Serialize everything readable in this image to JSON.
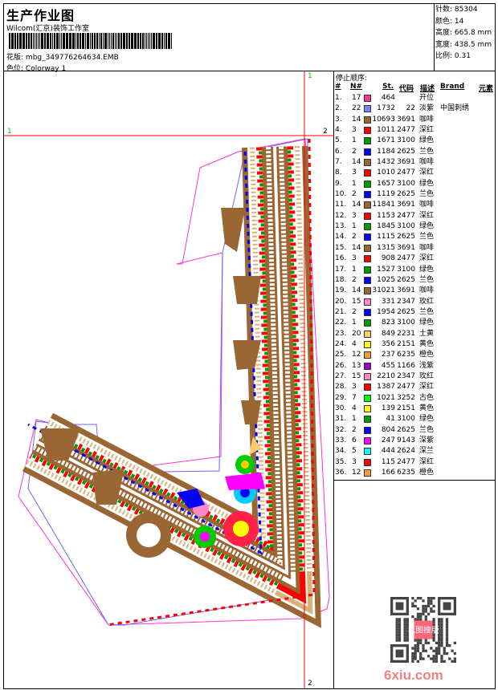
{
  "header": {
    "title": "生产作业图",
    "company": "Wilcom(汇京)装饰工作室",
    "file_label": "花版:",
    "file_name": "mbg_349776264634.EMB",
    "colorway_label": "色位:",
    "colorway": "Colorway 1"
  },
  "stats": [
    {
      "label": "针数:",
      "value": "85304"
    },
    {
      "label": "颜色:",
      "value": "14"
    },
    {
      "label": "高度:",
      "value": "665.8 mm"
    },
    {
      "label": "宽度:",
      "value": "438.5 mm"
    },
    {
      "label": "比例:",
      "value": "0.31"
    }
  ],
  "markers": {
    "top": "1",
    "left": "1",
    "right": "2",
    "bottom": "2"
  },
  "stop_sequence": {
    "title": "停止顺序:",
    "columns": [
      "#",
      "N#",
      "St.",
      "代码",
      "描述",
      "Brand",
      "元素"
    ],
    "rows": [
      {
        "idx": "1.",
        "n": "17",
        "color": "#ff3399",
        "st": "464",
        "code": "",
        "desc": "开位",
        "brand": ""
      },
      {
        "idx": "2.",
        "n": "22",
        "color": "#8080ff",
        "st": "1732",
        "code": "22",
        "desc": "淡紫",
        "brand": "中国刺绣"
      },
      {
        "idx": "3.",
        "n": "14",
        "color": "#9a6634",
        "st": "10693",
        "code": "3691",
        "desc": "咖啡",
        "brand": ""
      },
      {
        "idx": "4.",
        "n": "3",
        "color": "#ff0000",
        "st": "1011",
        "code": "2477",
        "desc": "深红",
        "brand": ""
      },
      {
        "idx": "5.",
        "n": "1",
        "color": "#009900",
        "st": "1671",
        "code": "3100",
        "desc": "绿色",
        "brand": ""
      },
      {
        "idx": "6.",
        "n": "2",
        "color": "#0000ff",
        "st": "1184",
        "code": "2625",
        "desc": "兰色",
        "brand": ""
      },
      {
        "idx": "7.",
        "n": "14",
        "color": "#9a6634",
        "st": "1432",
        "code": "3691",
        "desc": "咖啡",
        "brand": ""
      },
      {
        "idx": "8.",
        "n": "3",
        "color": "#ff0000",
        "st": "1010",
        "code": "2477",
        "desc": "深红",
        "brand": ""
      },
      {
        "idx": "9.",
        "n": "1",
        "color": "#009900",
        "st": "1657",
        "code": "3100",
        "desc": "绿色",
        "brand": ""
      },
      {
        "idx": "10.",
        "n": "2",
        "color": "#0000ff",
        "st": "1119",
        "code": "2625",
        "desc": "兰色",
        "brand": ""
      },
      {
        "idx": "11.",
        "n": "14",
        "color": "#9a6634",
        "st": "11841",
        "code": "3691",
        "desc": "咖啡",
        "brand": ""
      },
      {
        "idx": "12.",
        "n": "3",
        "color": "#ff0000",
        "st": "1153",
        "code": "2477",
        "desc": "深红",
        "brand": ""
      },
      {
        "idx": "13.",
        "n": "1",
        "color": "#009900",
        "st": "1845",
        "code": "3100",
        "desc": "绿色",
        "brand": ""
      },
      {
        "idx": "14.",
        "n": "2",
        "color": "#0000ff",
        "st": "1115",
        "code": "2625",
        "desc": "兰色",
        "brand": ""
      },
      {
        "idx": "15.",
        "n": "14",
        "color": "#9a6634",
        "st": "1315",
        "code": "3691",
        "desc": "咖啡",
        "brand": ""
      },
      {
        "idx": "16.",
        "n": "3",
        "color": "#ff0000",
        "st": "908",
        "code": "2477",
        "desc": "深红",
        "brand": ""
      },
      {
        "idx": "17.",
        "n": "1",
        "color": "#009900",
        "st": "1527",
        "code": "3100",
        "desc": "绿色",
        "brand": ""
      },
      {
        "idx": "18.",
        "n": "2",
        "color": "#0000ff",
        "st": "1025",
        "code": "2625",
        "desc": "兰色",
        "brand": ""
      },
      {
        "idx": "19.",
        "n": "14",
        "color": "#9a6634",
        "st": "31021",
        "code": "3691",
        "desc": "咖啡",
        "brand": ""
      },
      {
        "idx": "20.",
        "n": "15",
        "color": "#ff88cc",
        "st": "331",
        "code": "2347",
        "desc": "玫红",
        "brand": ""
      },
      {
        "idx": "21.",
        "n": "2",
        "color": "#0000ff",
        "st": "1954",
        "code": "2625",
        "desc": "兰色",
        "brand": ""
      },
      {
        "idx": "22.",
        "n": "1",
        "color": "#009900",
        "st": "823",
        "code": "3100",
        "desc": "绿色",
        "brand": ""
      },
      {
        "idx": "23.",
        "n": "20",
        "color": "#ffcc66",
        "st": "849",
        "code": "2231",
        "desc": "土黄",
        "brand": ""
      },
      {
        "idx": "24.",
        "n": "4",
        "color": "#ffff00",
        "st": "356",
        "code": "2151",
        "desc": "黄色",
        "brand": ""
      },
      {
        "idx": "25.",
        "n": "12",
        "color": "#ff9933",
        "st": "237",
        "code": "6235",
        "desc": "橙色",
        "brand": ""
      },
      {
        "idx": "26.",
        "n": "13",
        "color": "#9900cc",
        "st": "455",
        "code": "1166",
        "desc": "浅紫",
        "brand": ""
      },
      {
        "idx": "27.",
        "n": "15",
        "color": "#ff88cc",
        "st": "2210",
        "code": "2347",
        "desc": "玫红",
        "brand": ""
      },
      {
        "idx": "28.",
        "n": "3",
        "color": "#ff0000",
        "st": "1387",
        "code": "2477",
        "desc": "深红",
        "brand": ""
      },
      {
        "idx": "29.",
        "n": "7",
        "color": "#00ff00",
        "st": "1021",
        "code": "3252",
        "desc": "古色",
        "brand": ""
      },
      {
        "idx": "30.",
        "n": "4",
        "color": "#ffff00",
        "st": "139",
        "code": "2151",
        "desc": "黄色",
        "brand": ""
      },
      {
        "idx": "31.",
        "n": "1",
        "color": "#009900",
        "st": "41",
        "code": "3100",
        "desc": "绿色",
        "brand": ""
      },
      {
        "idx": "32.",
        "n": "2",
        "color": "#0000ff",
        "st": "804",
        "code": "2625",
        "desc": "兰色",
        "brand": ""
      },
      {
        "idx": "33.",
        "n": "6",
        "color": "#ff00ff",
        "st": "247",
        "code": "9143",
        "desc": "深紫",
        "brand": ""
      },
      {
        "idx": "34.",
        "n": "5",
        "color": "#00ffff",
        "st": "444",
        "code": "2624",
        "desc": "深兰",
        "brand": ""
      },
      {
        "idx": "35.",
        "n": "3",
        "color": "#ff0000",
        "st": "115",
        "code": "2477",
        "desc": "深红",
        "brand": ""
      },
      {
        "idx": "36.",
        "n": "12",
        "color": "#ff9933",
        "st": "166",
        "code": "6235",
        "desc": "橙色",
        "brand": ""
      }
    ]
  },
  "qr_stamp": "以图搜版",
  "watermark": "6xiu.com"
}
